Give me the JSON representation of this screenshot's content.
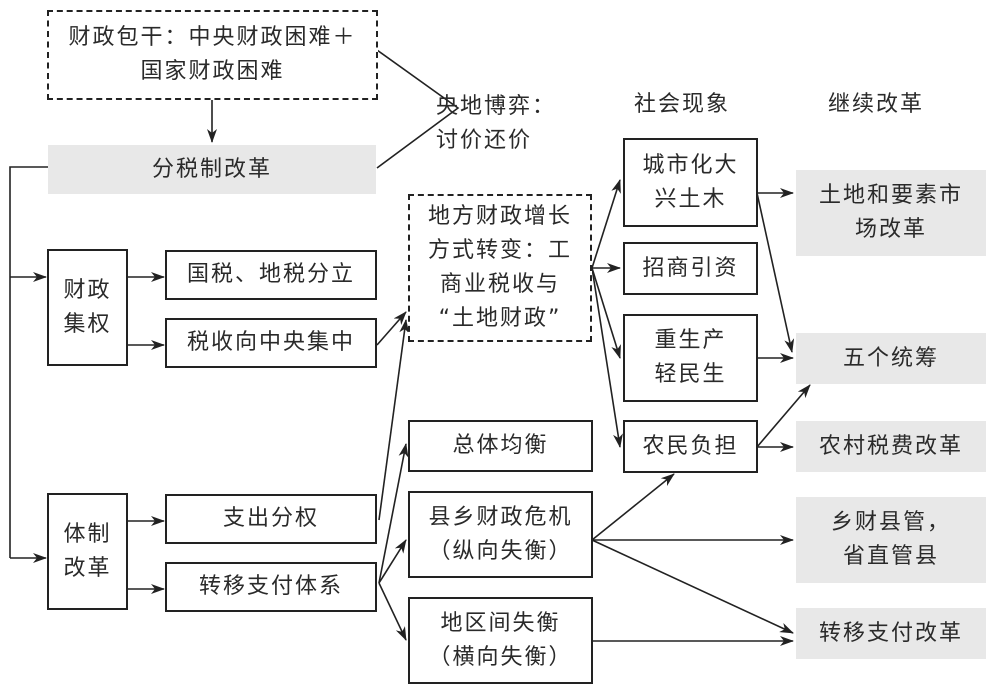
{
  "headers": {
    "game": "央地博弈：\n讨价还价",
    "social": "社会现象",
    "reform": "继续改革"
  },
  "nodes": {
    "baogan": "财政包干：中央财政困难＋\n国家财政困难",
    "fenshuizhi": "分税制改革",
    "caizheng_jiquan": "财政\n集权",
    "guoshui_dishui": "国税、地税分立",
    "shuishou_zhongyang": "税收向中央集中",
    "tizhi_gaige": "体制\n改革",
    "zhichu_fenquan": "支出分权",
    "zhuanyi_tixi": "转移支付体系",
    "difang_zengzhang": "地方财政增长\n方式转变：工\n商业税收与\n“土地财政”",
    "zongti_junheng": "总体均衡",
    "xianxiang_weiji": "县乡财政危机\n（纵向失衡）",
    "diqu_shiheng": "地区间失衡\n（横向失衡）",
    "chengshihua": "城市化大\n兴土木",
    "zhaoshang": "招商引资",
    "zhongshengchan": "重生产\n轻民生",
    "nongmin_fudan": "农民负担",
    "tudi_shichang": "土地和要素市\n场改革",
    "wuge_tongchou": "五个统筹",
    "nongcun_shuifei": "农村税费改革",
    "xiangcai_xianguan": "乡财县管，\n省直管县",
    "zhuanyi_gaige": "转移支付改革"
  }
}
